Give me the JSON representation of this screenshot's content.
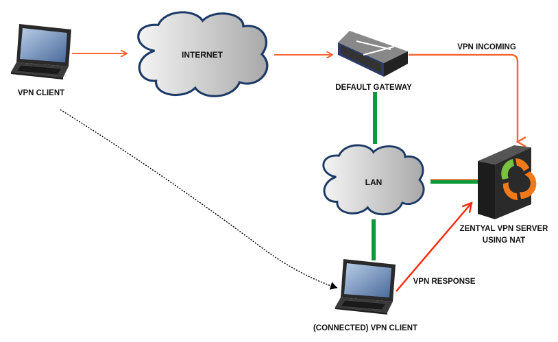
{
  "nodes": {
    "vpn_client": {
      "label": "VPN CLIENT",
      "icon": "laptop-icon"
    },
    "internet": {
      "label": "INTERNET",
      "icon": "cloud-icon"
    },
    "gateway": {
      "label": "DEFAULT GATEWAY",
      "icon": "network-switch-icon"
    },
    "lan": {
      "label": "LAN",
      "icon": "cloud-icon"
    },
    "server": {
      "label_line1": "ZENTYAL VPN SERVER",
      "label_line2": "USING NAT",
      "icon": "server-tower-icon"
    },
    "connected_client": {
      "label": "(CONNECTED) VPN CLIENT",
      "icon": "laptop-icon"
    }
  },
  "edges": {
    "vpn_incoming": {
      "label": "VPN INCOMING"
    },
    "vpn_response": {
      "label": "VPN RESPONSE"
    }
  },
  "colors": {
    "orange": "#ff6633",
    "red": "#ff2a10",
    "green": "#0a9a3a",
    "cloud_stroke": "#1c3a66"
  }
}
